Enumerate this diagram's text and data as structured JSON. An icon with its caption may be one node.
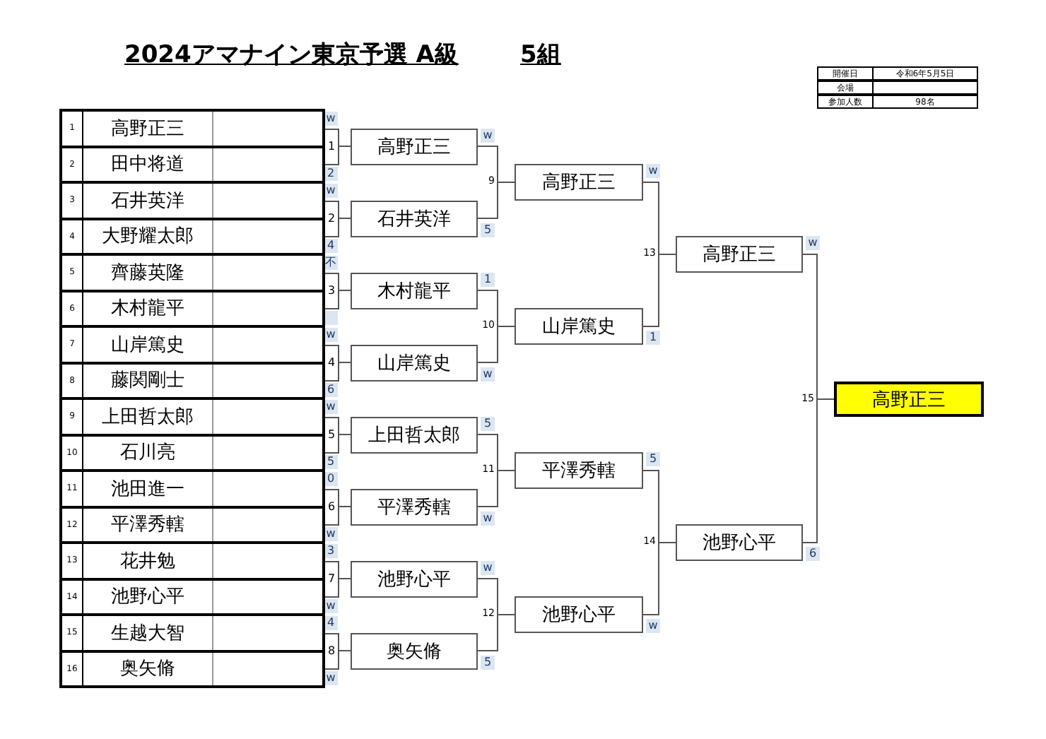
{
  "diagram": {
    "title": "2024アマナイン東京予選 A級",
    "nodes": [
      {
        "text": [
          "1",
          "高野正三"
        ],
        "beside": [
          "w"
        ]
      },
      {
        "text": [
          "2",
          "田中将道"
        ],
        "beside": [
          "2"
        ]
      },
      {
        "text": [
          "3",
          "石井英洋"
        ],
        "beside": [
          "w"
        ]
      },
      {
        "text": [
          "4",
          "大野耀太郎"
        ],
        "beside": [
          "4"
        ]
      },
      {
        "text": [
          "5",
          "齊藤英隆"
        ],
        "beside": [
          "不"
        ]
      },
      {
        "text": [
          "6",
          "木村龍平"
        ]
      },
      {
        "text": [
          "7",
          "山岸篤史"
        ],
        "beside": [
          "w"
        ]
      },
      {
        "text": [
          "8",
          "藤関剛士"
        ],
        "beside": [
          "6"
        ]
      },
      {
        "text": [
          "9",
          "上田哲太郎"
        ],
        "beside": [
          "w"
        ]
      },
      {
        "text": [
          "10",
          "石川亮"
        ],
        "beside": [
          "5"
        ]
      },
      {
        "text": [
          "11",
          "池田進一"
        ],
        "beside": [
          "0"
        ]
      },
      {
        "text": [
          "12",
          "平澤秀轄"
        ],
        "beside": [
          "w"
        ]
      },
      {
        "text": [
          "13",
          "花井勉"
        ],
        "beside": [
          "3"
        ]
      },
      {
        "text": [
          "14",
          "池野心平"
        ],
        "beside": [
          "w"
        ]
      },
      {
        "text": [
          "15",
          "生越大智"
        ],
        "beside": [
          "4"
        ]
      },
      {
        "text": [
          "16",
          "奥矢脩"
        ],
        "beside": [
          "w"
        ]
      },
      {
        "text": [
          "1"
        ]
      },
      {
        "text": [
          "2"
        ]
      },
      {
        "text": [
          "3"
        ]
      },
      {
        "text": [
          "4"
        ]
      },
      {
        "text": [
          "5"
        ]
      },
      {
        "text": [
          "6"
        ]
      },
      {
        "text": [
          "7"
        ]
      },
      {
        "text": [
          "8"
        ]
      },
      {
        "text": [
          "高野正三"
        ],
        "beside": [
          "w"
        ]
      },
      {
        "text": [
          "石井英洋"
        ],
        "beside": [
          "5"
        ]
      },
      {
        "text": [
          "木村龍平"
        ],
        "beside": [
          "1"
        ]
      },
      {
        "text": [
          "山岸篤史"
        ],
        "beside": [
          "w"
        ]
      },
      {
        "text": [
          "上田哲太郎"
        ],
        "beside": [
          "5"
        ]
      },
      {
        "text": [
          "平澤秀轄"
        ],
        "beside": [
          "w"
        ]
      },
      {
        "text": [
          "池野心平"
        ],
        "beside": [
          "w"
        ]
      },
      {
        "text": [
          "奥矢脩"
        ],
        "beside": [
          "5"
        ]
      },
      {
        "text": [
          "高野正三"
        ],
        "beside": [
          "9",
          "w"
        ]
      },
      {
        "text": [
          "山岸篤史"
        ],
        "beside": [
          "10",
          "1"
        ]
      },
      {
        "text": [
          "平澤秀轄"
        ],
        "beside": [
          "11",
          "5"
        ]
      },
      {
        "text": [
          "池野心平"
        ],
        "beside": [
          "12",
          "w"
        ]
      },
      {
        "text": [
          "高野正三"
        ],
        "beside": [
          "13",
          "w"
        ]
      },
      {
        "text": [
          "池野心平"
        ],
        "beside": [
          "14",
          "6"
        ]
      },
      {
        "text": [
          "高野正三"
        ],
        "beside": [
          "15"
        ]
      }
    ],
    "edges": [
      {
        "from": 16,
        "to": 24,
        "arrow": "none"
      },
      {
        "from": 17,
        "to": 25,
        "arrow": "none"
      },
      {
        "from": 18,
        "to": 26,
        "arrow": "none"
      },
      {
        "from": 19,
        "to": 27,
        "arrow": "none"
      },
      {
        "from": 20,
        "to": 28,
        "arrow": "none"
      },
      {
        "from": 21,
        "to": 29,
        "arrow": "none"
      },
      {
        "from": 22,
        "to": 30,
        "arrow": "none"
      },
      {
        "from": 23,
        "to": 31,
        "arrow": "none"
      },
      {
        "from": 24,
        "to": 32,
        "arrow": "none"
      },
      {
        "from": 25,
        "to": 32,
        "arrow": "none"
      },
      {
        "from": 26,
        "to": 33,
        "arrow": "none"
      },
      {
        "from": 27,
        "to": 33,
        "arrow": "none"
      },
      {
        "from": 28,
        "to": 34,
        "arrow": "none"
      },
      {
        "from": 29,
        "to": 34,
        "arrow": "none"
      },
      {
        "from": 30,
        "to": 35,
        "arrow": "none"
      },
      {
        "from": 31,
        "to": 35,
        "arrow": "none"
      },
      {
        "from": 32,
        "to": 36,
        "arrow": "none"
      },
      {
        "from": 33,
        "to": 36,
        "arrow": "none"
      },
      {
        "from": 34,
        "to": 37,
        "arrow": "none"
      },
      {
        "from": 35,
        "to": 37,
        "arrow": "none"
      },
      {
        "from": 36,
        "to": 38,
        "arrow": "none"
      },
      {
        "from": 37,
        "to": 38,
        "arrow": "none"
      }
    ],
    "labels": [
      "5組",
      "開催日",
      "令和6年5月5日",
      "会場",
      "参加人数",
      "98名"
    ]
  }
}
